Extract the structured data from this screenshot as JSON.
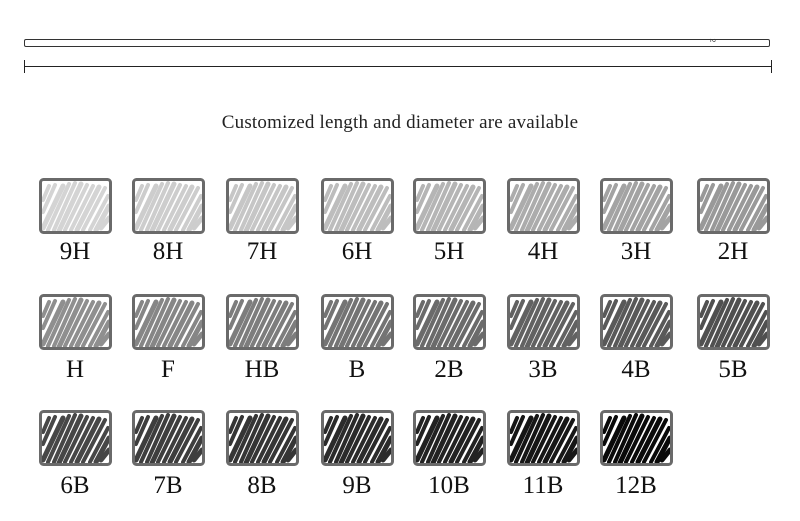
{
  "pencil": {
    "mark": "2"
  },
  "caption": "Customized length and diameter are available",
  "colors": {
    "frame": "#6a6a6a",
    "background": "#ffffff"
  },
  "grades": [
    {
      "label": "9H",
      "shade": "#d4d4d4"
    },
    {
      "label": "8H",
      "shade": "#cdcdcd"
    },
    {
      "label": "7H",
      "shade": "#c6c6c6"
    },
    {
      "label": "6H",
      "shade": "#bdbdbd"
    },
    {
      "label": "5H",
      "shade": "#b5b5b5"
    },
    {
      "label": "4H",
      "shade": "#acacac"
    },
    {
      "label": "3H",
      "shade": "#a3a3a3"
    },
    {
      "label": "2H",
      "shade": "#999999"
    },
    {
      "label": "H",
      "shade": "#8f8f8f"
    },
    {
      "label": "F",
      "shade": "#868686"
    },
    {
      "label": "HB",
      "shade": "#7d7d7d"
    },
    {
      "label": "B",
      "shade": "#747474"
    },
    {
      "label": "2B",
      "shade": "#6b6b6b"
    },
    {
      "label": "3B",
      "shade": "#626262"
    },
    {
      "label": "4B",
      "shade": "#595959"
    },
    {
      "label": "5B",
      "shade": "#505050"
    },
    {
      "label": "6B",
      "shade": "#474747"
    },
    {
      "label": "7B",
      "shade": "#3e3e3e"
    },
    {
      "label": "8B",
      "shade": "#353535"
    },
    {
      "label": "9B",
      "shade": "#2b2b2b"
    },
    {
      "label": "10B",
      "shade": "#222222"
    },
    {
      "label": "11B",
      "shade": "#161616"
    },
    {
      "label": "12B",
      "shade": "#0a0a0a"
    }
  ]
}
